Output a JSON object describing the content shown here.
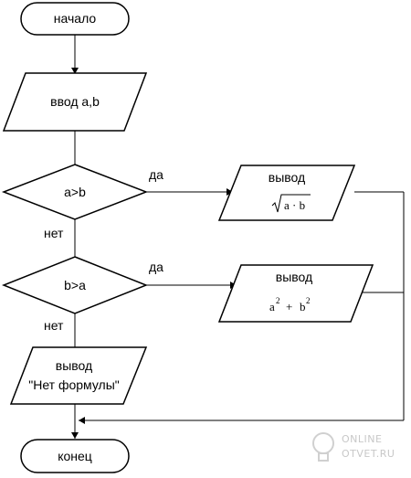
{
  "flowchart": {
    "start_label": "начало",
    "input_label": "ввод a,b",
    "cond1_label": "a>b",
    "cond1_yes": "да",
    "cond1_no": "нет",
    "output1_label": "вывод",
    "output1_formula": "a · b",
    "cond2_label": "b>a",
    "cond2_yes": "да",
    "cond2_no": "нет",
    "output2_label": "вывод",
    "output2_formula": {
      "base_a": "a",
      "exp_a": "2",
      "plus": "+",
      "base_b": "b",
      "exp_b": "2"
    },
    "output3_label": "вывод",
    "output3_text": "\"Нет формулы\"",
    "end_label": "конец"
  },
  "watermark": {
    "line1": "ONLINE",
    "line2": "OTVET.RU"
  }
}
